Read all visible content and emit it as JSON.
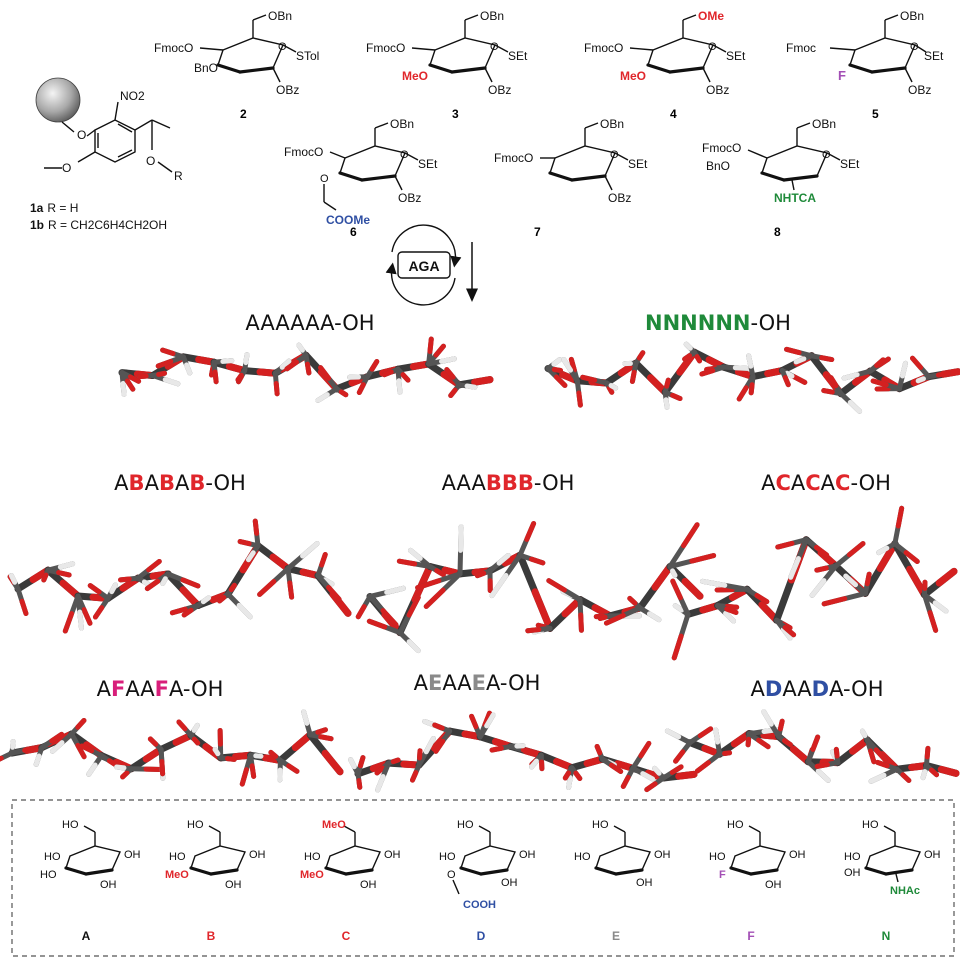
{
  "figure": {
    "building_blocks": [
      {
        "id": "2",
        "groups": [
          "Fmoc",
          "OBn",
          "BnO",
          "OBz",
          "STol"
        ]
      },
      {
        "id": "3",
        "groups": [
          "Fmoc",
          "OBn",
          "MeO",
          "OBz",
          "SEt"
        ]
      },
      {
        "id": "4",
        "groups": [
          "Fmoc",
          "OMe",
          "MeO",
          "OBz",
          "SEt"
        ]
      },
      {
        "id": "5",
        "groups": [
          "Fmoc",
          "OBn",
          "F",
          "OBz",
          "SEt"
        ]
      },
      {
        "id": "6",
        "groups": [
          "Fmoc",
          "OBn",
          "COOMe",
          "OBz",
          "SEt"
        ]
      },
      {
        "id": "7",
        "groups": [
          "Fmoc",
          "OBn",
          "OBz",
          "SEt"
        ]
      },
      {
        "id": "8",
        "groups": [
          "Fmoc",
          "OBn",
          "BnO",
          "NHTCA",
          "SEt"
        ]
      }
    ],
    "linker": {
      "groups": [
        "NO2",
        "O",
        "R"
      ],
      "legend_1a_id": "1a",
      "legend_1a_text": "R = H",
      "legend_1b_id": "1b",
      "legend_1b_text": "R = CH2C6H4CH2OH"
    },
    "cycle_label": "AGA",
    "sequences": [
      {
        "name": "AAAAAA-OH",
        "parts": [
          {
            "t": "AAAAAA",
            "c": "#111"
          },
          {
            "t": "-OH",
            "c": "#111"
          }
        ]
      },
      {
        "name": "NNNNNN-OH",
        "parts": [
          {
            "t": "NNNNNN",
            "c": "#1f8a3a",
            "b": true
          },
          {
            "t": "-OH",
            "c": "#111"
          }
        ]
      },
      {
        "name": "ABABAB-OH",
        "parts": [
          {
            "t": "A",
            "c": "#111"
          },
          {
            "t": "B",
            "c": "#e0262b",
            "b": true
          },
          {
            "t": "A",
            "c": "#111"
          },
          {
            "t": "B",
            "c": "#e0262b",
            "b": true
          },
          {
            "t": "A",
            "c": "#111"
          },
          {
            "t": "B",
            "c": "#e0262b",
            "b": true
          },
          {
            "t": "-OH",
            "c": "#111"
          }
        ]
      },
      {
        "name": "AAABBB-OH",
        "parts": [
          {
            "t": "AAA",
            "c": "#111"
          },
          {
            "t": "BBB",
            "c": "#e0262b",
            "b": true
          },
          {
            "t": "-OH",
            "c": "#111"
          }
        ]
      },
      {
        "name": "ACACAC-OH",
        "parts": [
          {
            "t": "A",
            "c": "#111"
          },
          {
            "t": "C",
            "c": "#e0262b",
            "b": true
          },
          {
            "t": "A",
            "c": "#111"
          },
          {
            "t": "C",
            "c": "#e0262b",
            "b": true
          },
          {
            "t": "A",
            "c": "#111"
          },
          {
            "t": "C",
            "c": "#e0262b",
            "b": true
          },
          {
            "t": "-OH",
            "c": "#111"
          }
        ]
      },
      {
        "name": "AFAAFA-OH",
        "parts": [
          {
            "t": "A",
            "c": "#111"
          },
          {
            "t": "F",
            "c": "#d81e7a",
            "b": true
          },
          {
            "t": "AA",
            "c": "#111"
          },
          {
            "t": "F",
            "c": "#d81e7a",
            "b": true
          },
          {
            "t": "A",
            "c": "#111"
          },
          {
            "t": "-OH",
            "c": "#111"
          }
        ]
      },
      {
        "name": "AEAAEA-OH",
        "parts": [
          {
            "t": "A",
            "c": "#111"
          },
          {
            "t": "E",
            "c": "#8a8a8a",
            "b": true
          },
          {
            "t": "AA",
            "c": "#111"
          },
          {
            "t": "E",
            "c": "#8a8a8a",
            "b": true
          },
          {
            "t": "A",
            "c": "#111"
          },
          {
            "t": "-OH",
            "c": "#111"
          }
        ]
      },
      {
        "name": "ADAADA-OH",
        "parts": [
          {
            "t": "A",
            "c": "#111"
          },
          {
            "t": "D",
            "c": "#2f4fa3",
            "b": true
          },
          {
            "t": "AA",
            "c": "#111"
          },
          {
            "t": "D",
            "c": "#2f4fa3",
            "b": true
          },
          {
            "t": "A",
            "c": "#111"
          },
          {
            "t": "-OH",
            "c": "#111"
          }
        ]
      }
    ],
    "monomers": [
      {
        "id": "A",
        "color": "#111",
        "subs": [
          "HO",
          "HO",
          "HO",
          "OH",
          "OH"
        ]
      },
      {
        "id": "B",
        "color": "#e0262b",
        "subs": [
          "HO",
          "HO",
          "MeO",
          "OH",
          "OH"
        ]
      },
      {
        "id": "C",
        "color": "#e0262b",
        "subs": [
          "MeO",
          "HO",
          "MeO",
          "OH",
          "OH"
        ]
      },
      {
        "id": "D",
        "color": "#2f4fa3",
        "subs": [
          "HO",
          "HO",
          "COOH",
          "OH",
          "OH"
        ]
      },
      {
        "id": "E",
        "color": "#8a8a8a",
        "subs": [
          "HO",
          "HO",
          "OH",
          "OH"
        ]
      },
      {
        "id": "F",
        "color": "#a34fb5",
        "subs": [
          "HO",
          "HO",
          "F",
          "OH",
          "OH"
        ]
      },
      {
        "id": "N",
        "color": "#1f8a3a",
        "subs": [
          "HO",
          "HO",
          "OH",
          "OH",
          "NHAc"
        ]
      }
    ],
    "colors": {
      "red": "#e0262b",
      "blue": "#2f4fa3",
      "green": "#1f8a3a",
      "magenta": "#d81e7a",
      "purple": "#a34fb5",
      "grey": "#8a8a8a"
    }
  }
}
